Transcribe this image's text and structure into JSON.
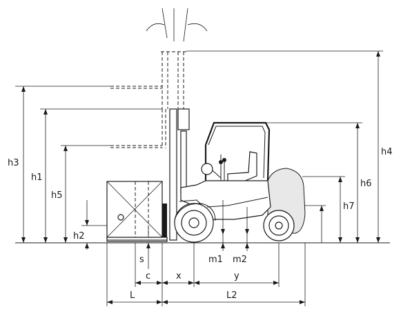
{
  "dimension_labels": {
    "h1": "h1",
    "h2": "h2",
    "h3": "h3",
    "h4": "h4",
    "h5": "h5",
    "h6": "h6",
    "h7": "h7",
    "s": "s",
    "m1": "m1",
    "m2": "m2",
    "c": "c",
    "x": "x",
    "y": "y",
    "L": "L",
    "L2": "L2"
  }
}
